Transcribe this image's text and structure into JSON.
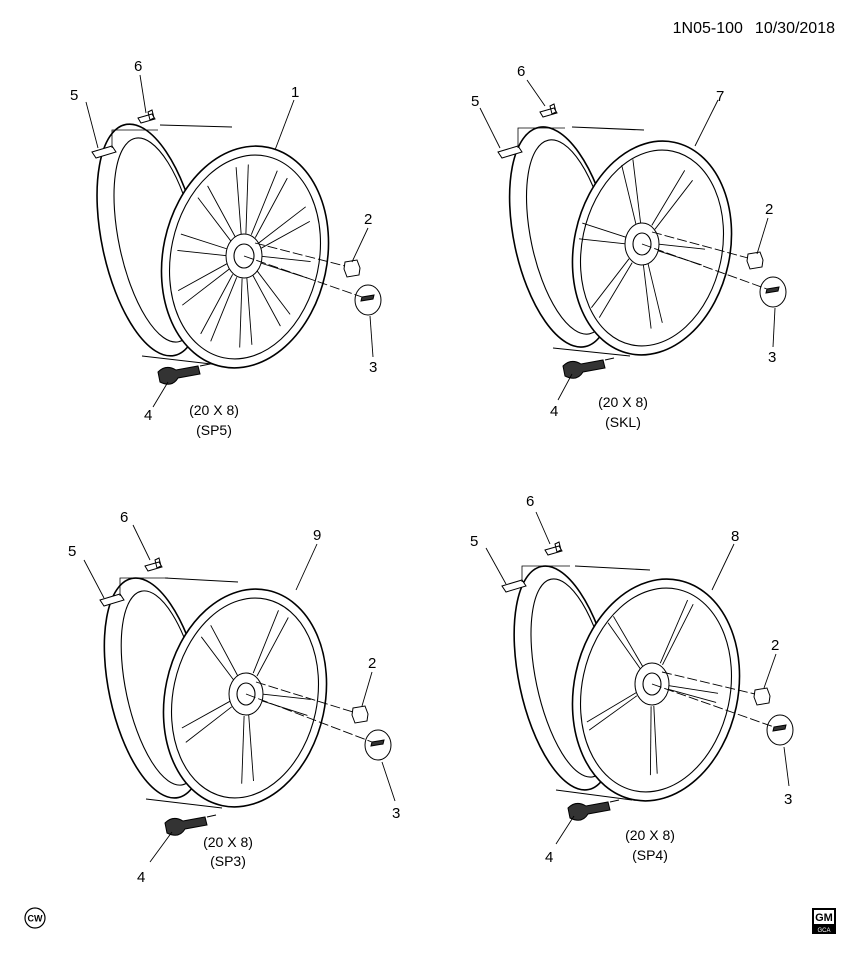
{
  "header": {
    "code": "1N05-100",
    "date": "10/30/2018"
  },
  "footer": {
    "left_logo": "CW",
    "right_logo_top": "GM",
    "right_logo_bottom": "GCA"
  },
  "wheels": [
    {
      "id": "sp5",
      "part_number": "1",
      "size": "(20 X 8)",
      "option": "(SP5)",
      "callouts": {
        "valve_stem": "4",
        "nut": "2",
        "cap": "3",
        "weight": "5",
        "clip": "6"
      }
    },
    {
      "id": "skl",
      "part_number": "7",
      "size": "(20 X 8)",
      "option": "(SKL)",
      "callouts": {
        "valve_stem": "4",
        "nut": "2",
        "cap": "3",
        "weight": "5",
        "clip": "6"
      }
    },
    {
      "id": "sp3",
      "part_number": "9",
      "size": "(20 X 8)",
      "option": "(SP3)",
      "callouts": {
        "valve_stem": "4",
        "nut": "2",
        "cap": "3",
        "weight": "5",
        "clip": "6"
      }
    },
    {
      "id": "sp4",
      "part_number": "8",
      "size": "(20 X 8)",
      "option": "(SP4)",
      "callouts": {
        "valve_stem": "4",
        "nut": "2",
        "cap": "3",
        "weight": "5",
        "clip": "6"
      }
    }
  ]
}
